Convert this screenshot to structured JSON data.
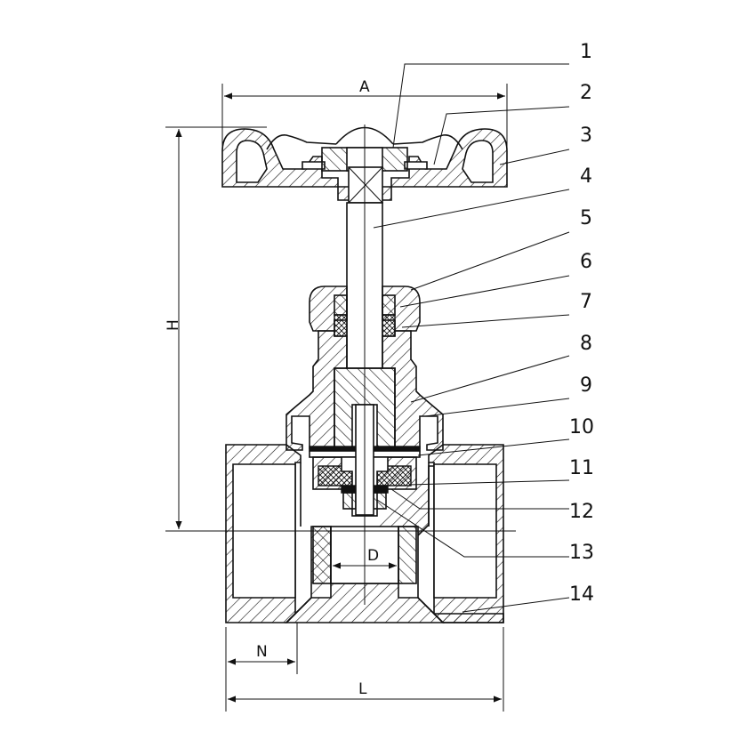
{
  "callouts": [
    "1",
    "2",
    "3",
    "4",
    "5",
    "6",
    "7",
    "8",
    "9",
    "10",
    "11",
    "12",
    "13",
    "14"
  ],
  "dimensions": {
    "A": "A",
    "H": "H",
    "D": "D",
    "N": "N",
    "L": "L"
  }
}
